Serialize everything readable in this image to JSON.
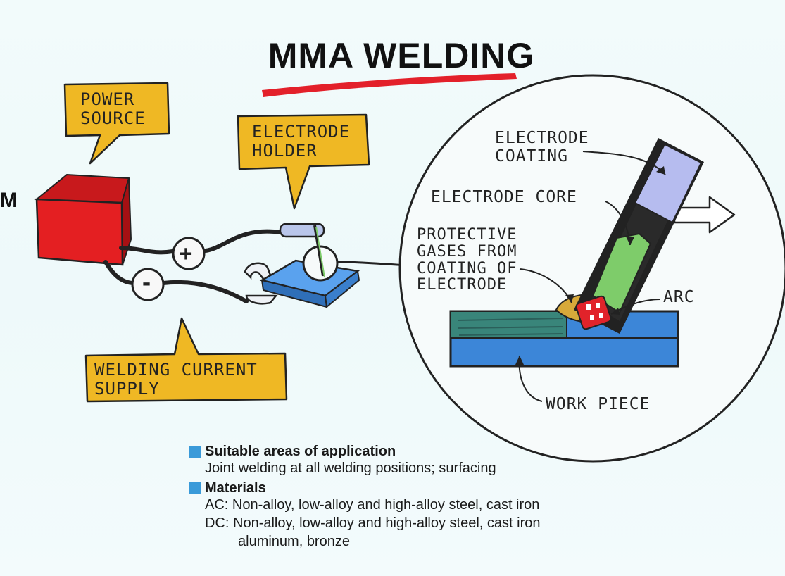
{
  "title": "MMA WELDING",
  "stray_letter": "M",
  "colors": {
    "title_underline": "#e3202a",
    "callout_fill": "#efb824",
    "power_box": "#e41f22",
    "holder_plate": "#3a8be0",
    "electrode_coating": "#b6bcef",
    "electrode_core": "#7ecc6a",
    "workpiece": "#3c86d8",
    "weld_bead": "#39857a",
    "arc": "#e1232a",
    "gas": "#d7a93a",
    "bullet": "#3a9ad9"
  },
  "callouts": {
    "power_source": "POWER\nSOURCE",
    "electrode_holder": "ELECTRODE\nHOLDER",
    "welding_current_supply": "WELDING CURRENT\nSUPPLY"
  },
  "polarity": {
    "positive": "+",
    "negative": "-"
  },
  "detail_labels": {
    "electrode_coating": "ELECTRODE\nCOATING",
    "electrode_core": "ELECTRODE CORE",
    "protective_gases": "PROTECTIVE\nGASES FROM\nCOATING OF\nELECTRODE",
    "arc": "ARC",
    "work_piece": "WORK PIECE"
  },
  "legend": {
    "section1_title": "Suitable areas of application",
    "section1_lines": [
      "Joint welding at all welding positions; surfacing"
    ],
    "section2_title": "Materials",
    "section2_lines": [
      "AC: Non-alloy, low-alloy and high-alloy steel, cast iron",
      "DC: Non-alloy, low-alloy and high-alloy steel, cast iron"
    ],
    "section2_continuation": "aluminum, bronze"
  }
}
